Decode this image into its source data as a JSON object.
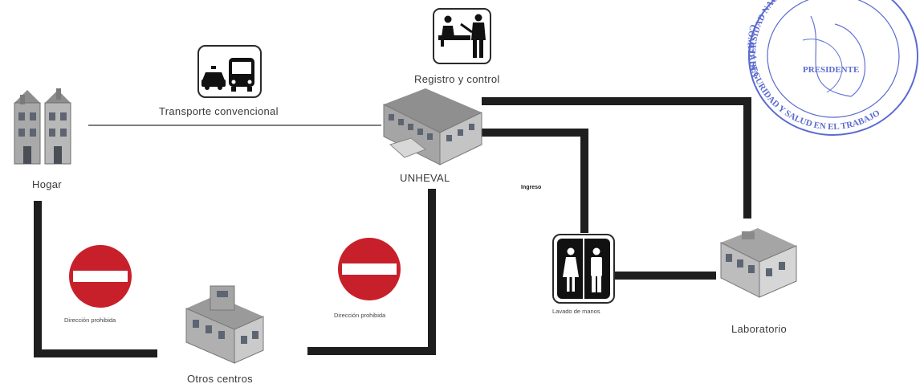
{
  "nodes": {
    "hogar": "Hogar",
    "unheval": "UNHEVAL",
    "registro": "Registro y control",
    "otros": "Otros centros",
    "lavado": "Lavado de manos",
    "laboratorio": "Laboratorio"
  },
  "edges": {
    "transporte": "Transporte convencional",
    "ingreso": "Ingreso",
    "prohibida_left": "Dirección prohibida",
    "prohibida_mid": "Dirección prohibida"
  },
  "stamp": {
    "text_top": "UNIVERSIDAD NACIONAL",
    "text_bottom": "COMITÉ SEGURIDAD Y SALUD EN EL TRABAJO",
    "inner": "PRESIDENTE"
  },
  "colors": {
    "path": "#1e1e1e",
    "thin_line": "#555555",
    "stop_sign": "#c8202a",
    "stamp": "#3f52c7"
  }
}
